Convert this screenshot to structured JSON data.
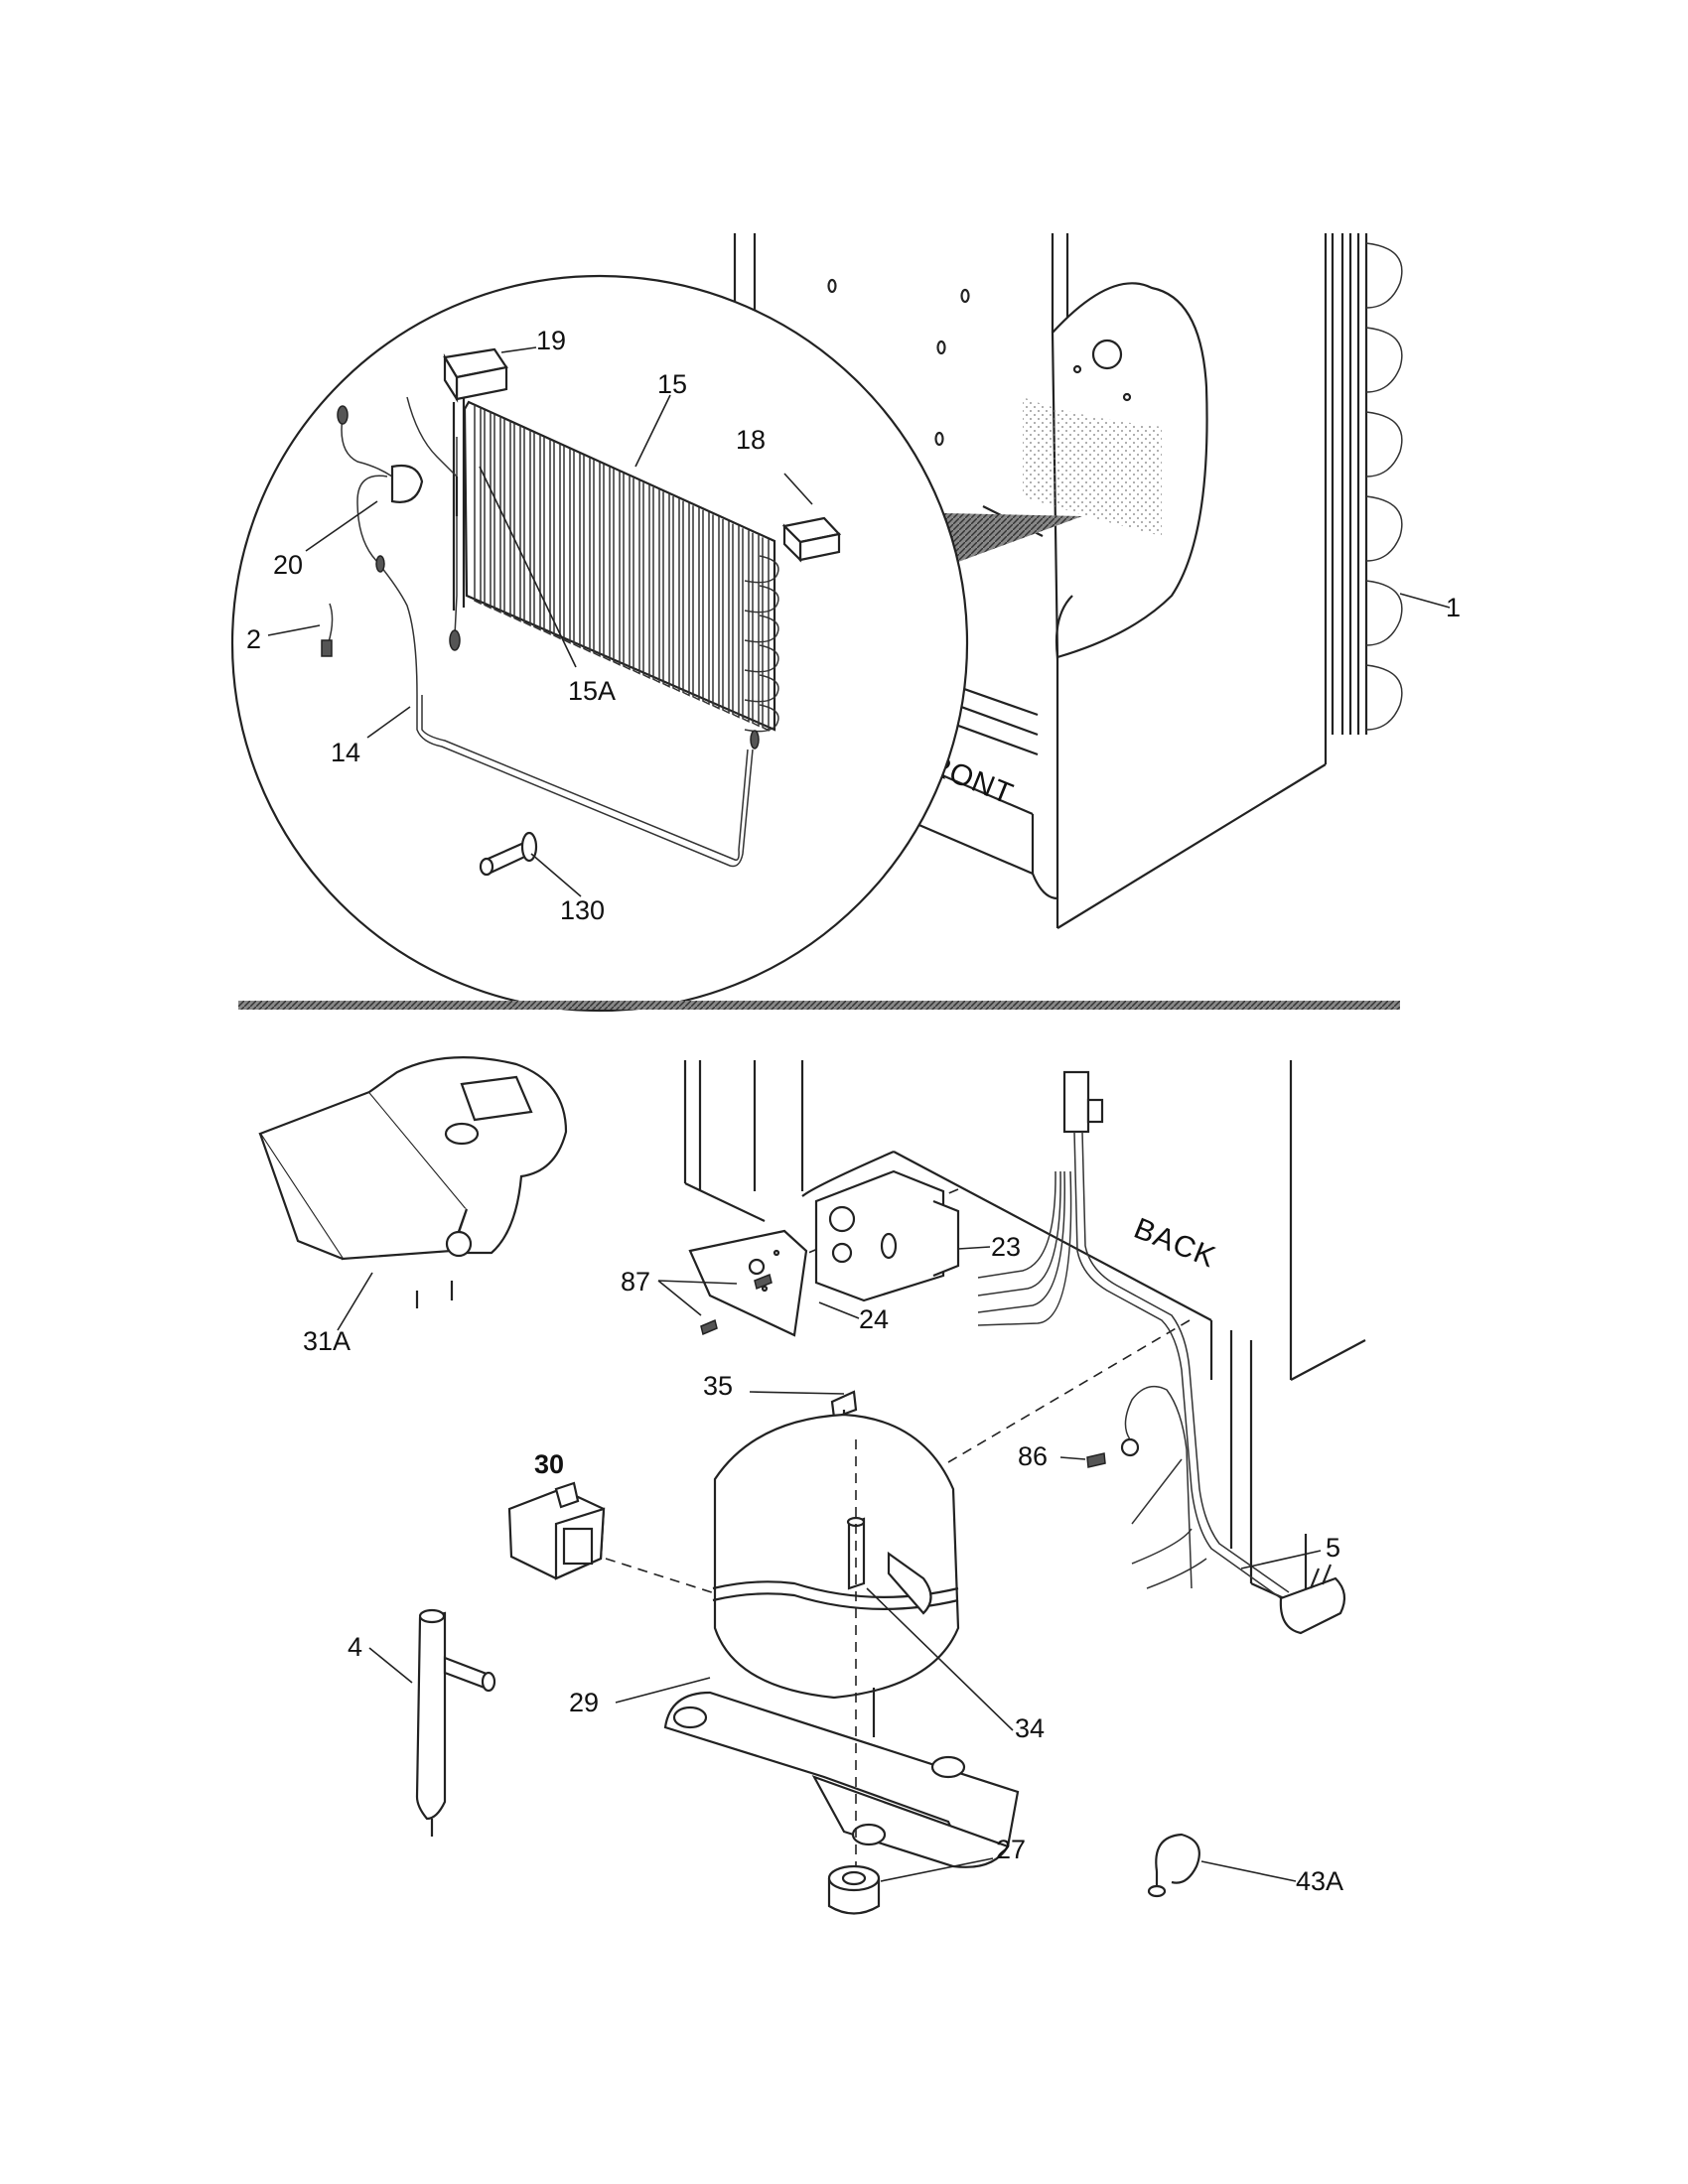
{
  "callouts": {
    "c1": "1",
    "c2": "2",
    "c14": "14",
    "c15": "15",
    "c15a": "15A",
    "c18": "18",
    "c19": "19",
    "c20": "20",
    "c130": "130",
    "c31a": "31A",
    "c23": "23",
    "c24": "24",
    "c87": "87",
    "c35": "35",
    "c30": "30",
    "c86": "86",
    "c5": "5",
    "c4": "4",
    "c29": "29",
    "c34": "34",
    "c27": "27",
    "c43a": "43A"
  },
  "labels": {
    "front": "FRONT",
    "back": "BACK"
  },
  "icons": [
    "evaporator-coil-icon",
    "compressor-icon",
    "power-cord-icon",
    "drier-icon",
    "ice-maker-icon"
  ],
  "colors": {
    "line": "#222222",
    "fill": "#ffffff",
    "hatch": "#555555"
  }
}
